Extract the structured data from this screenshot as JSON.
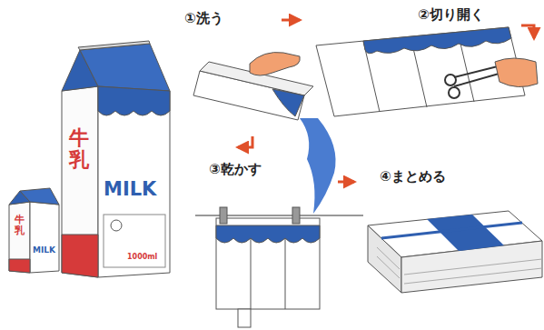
{
  "diagram": {
    "labels": [
      "牛乳",
      "MILK",
      "1000ml",
      "牛乳",
      "MILK",
      "①洗う",
      "②切り開く",
      "③乾かす",
      "④まとめる"
    ]
  }
}
